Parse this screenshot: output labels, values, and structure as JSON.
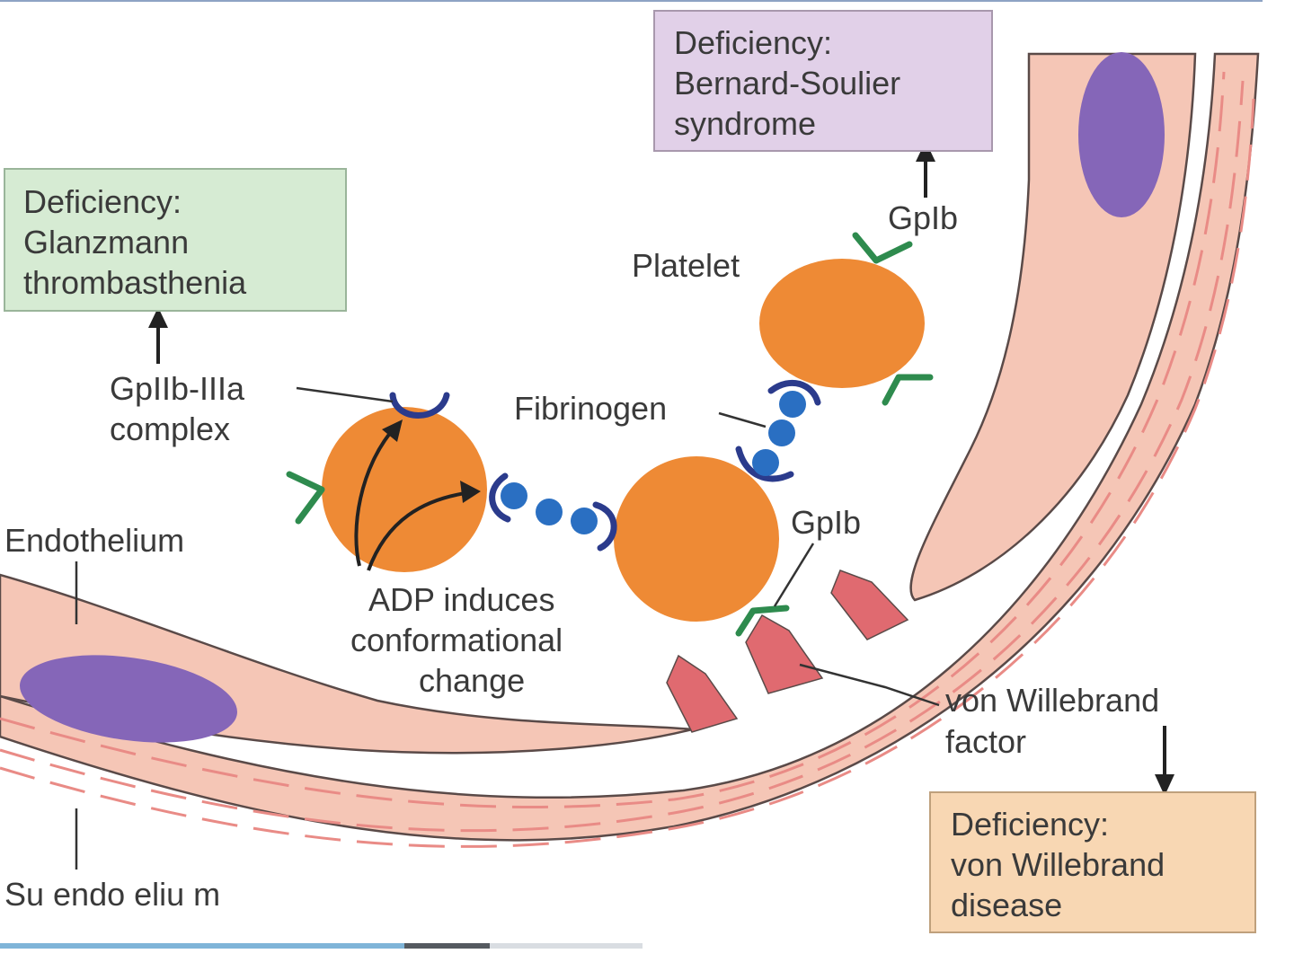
{
  "colors": {
    "tissue": "#f5c6b6",
    "tissue_edge": "#5a4a48",
    "vessel_dash": "#e98b86",
    "nucleus": "#8566b8",
    "platelet": "#ee8a35",
    "receptor_gpib": "#2e8b4e",
    "receptor_gp2b3a": "#2b3b8c",
    "fibrinogen": "#2a6fc2",
    "vwf": "#e06a70",
    "box_green": "#d6ebd3",
    "box_purple": "#e1d0e8",
    "box_orange": "#f8d7b3",
    "arrow": "#222222"
  },
  "boxes": {
    "glanzmann": [
      "Deficiency:",
      "Glanzmann",
      "thrombasthenia"
    ],
    "bernard": [
      "Deficiency:",
      "Bernard-Soulier",
      "syndrome"
    ],
    "vwd": [
      "Deficiency:",
      "von Willebrand",
      "disease"
    ]
  },
  "labels": {
    "gpiib_iiia": [
      "GpIIb-IIIa",
      "complex"
    ],
    "platelet": "Platelet",
    "gpib_top": "GpIb",
    "fibrinogen": "Fibrinogen",
    "gpib_mid": "GpIb",
    "endothelium": "Endothelium",
    "adp": [
      "ADP induces",
      "conformational",
      "change"
    ],
    "vwf": [
      "von Willebrand",
      "factor"
    ],
    "subendothelium": "Su endo eliu m"
  }
}
